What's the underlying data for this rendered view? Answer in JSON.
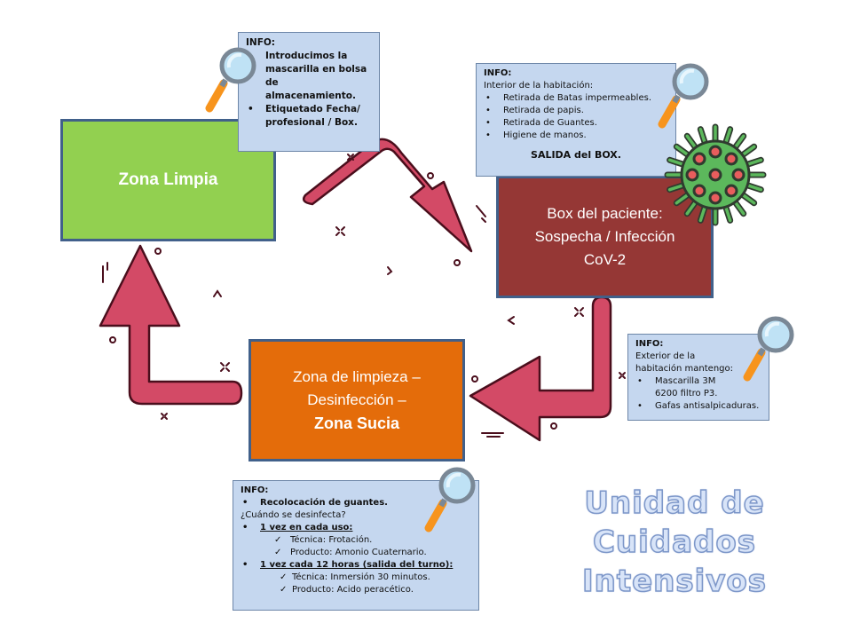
{
  "colors": {
    "zona_limpia": "#92d050",
    "box_paciente": "#953735",
    "zona_sucia": "#e46c0a",
    "zone_border": "#41608a",
    "info_bg": "#c5d7ef",
    "arrow_fill": "#d34a66",
    "arrow_stroke": "#4a0e1c",
    "virus_green": "#5cb85c",
    "virus_dots": "#e85d5d",
    "title_fill": "#d8e4f8",
    "title_stroke": "#7d97c9"
  },
  "zones": {
    "limpia": {
      "label": "Zona Limpia"
    },
    "box": {
      "line1": "Box del paciente:",
      "line2": "Sospecha / Infección",
      "line3": "CoV-2"
    },
    "sucia": {
      "line1": "Zona de limpieza –",
      "line2": "Desinfección  –",
      "line3": "Zona Sucia"
    }
  },
  "info_boxes": {
    "top_left": {
      "heading": "INFO:",
      "item1": "Introducimos  la mascarilla  en bolsa de almacenamiento.",
      "item2": "Etiquetado Fecha/ profesional  / Box."
    },
    "top_right": {
      "heading": "INFO:",
      "intro": "Interior de la habitación:",
      "items": [
        "Retirada de Batas impermeables.",
        "Retirada de papis.",
        "Retirada de Guantes.",
        "Higiene de manos."
      ],
      "footer": "SALIDA del BOX."
    },
    "right": {
      "heading": "INFO:",
      "intro": "Exterior de la habitación mantengo:",
      "items": [
        "Mascarilla 3M 6200 filtro P3.",
        "Gafas antisalpicaduras."
      ]
    },
    "bottom": {
      "heading": "INFO:",
      "item1": "Recolocación  de guantes.",
      "question": "¿Cuándo  se desinfecta?",
      "group1": {
        "title": "1 vez en cada  uso:",
        "items": [
          "Técnica: Frotación.",
          "Producto: Amonio Cuaternario."
        ]
      },
      "group2": {
        "title": "1 vez cada  12 horas (salida  del turno):",
        "items": [
          "Técnica: Inmersión 30 minutos.",
          "Producto: Acido peracético."
        ]
      }
    }
  },
  "title": {
    "line1": "Unidad de Cuidados",
    "line2": "Intensivos"
  },
  "icons": [
    "magnifier-icon",
    "virus-icon",
    "curved-arrow-icon"
  ]
}
